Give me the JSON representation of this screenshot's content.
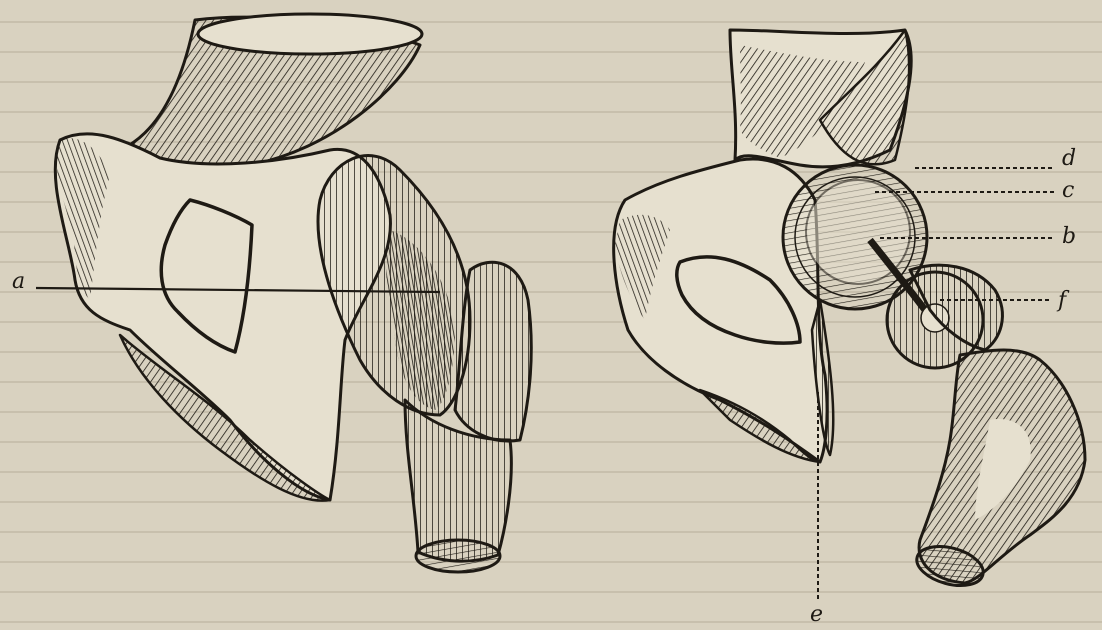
{
  "figure": {
    "labels": {
      "a": "a",
      "b": "b",
      "c": "c",
      "d": "d",
      "e": "e",
      "f": "f"
    }
  },
  "colors": {
    "paper": "#d9d2c0",
    "ink": "#1e1a14",
    "bone": "#e6e0cf"
  }
}
